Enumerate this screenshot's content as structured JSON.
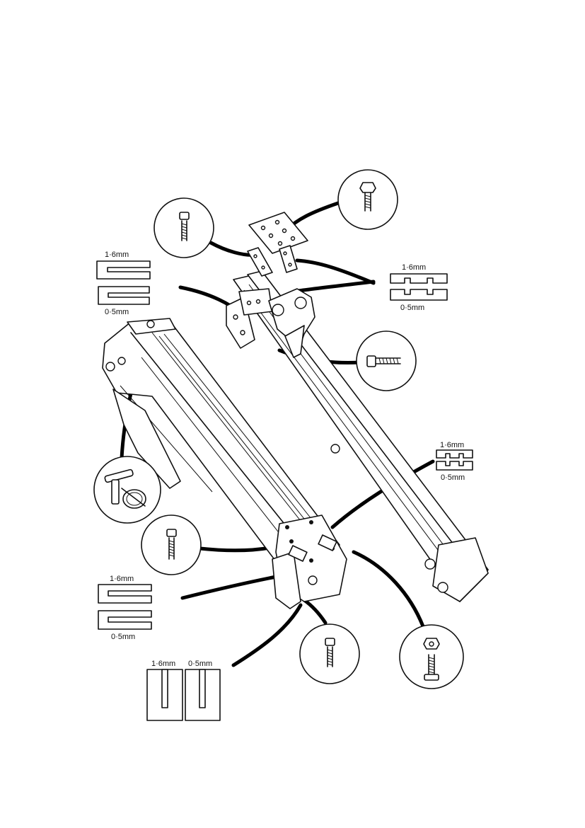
{
  "shim_labels": {
    "top_left_thick": "1·6mm",
    "top_left_thin": "0·5mm",
    "top_right_thick": "1·6mm",
    "top_right_thin": "0·5mm",
    "mid_right_thick": "1·6mm",
    "mid_right_thin": "0·5mm",
    "bottom_left_thick": "1·6mm",
    "bottom_left_thin": "0·5mm",
    "bottom_pair_thick": "1·6mm",
    "bottom_pair_thin": "0·5mm"
  }
}
